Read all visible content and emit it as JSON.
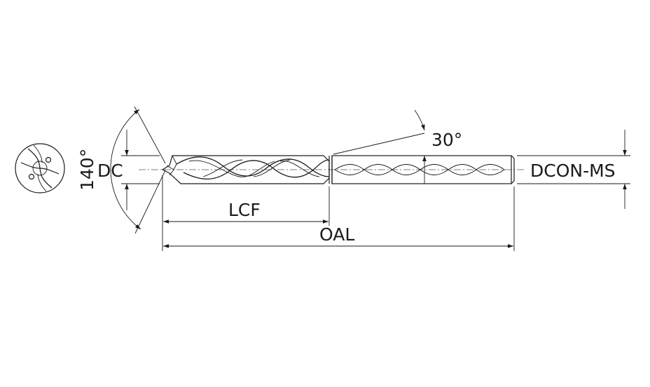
{
  "labels": {
    "point_angle": "140°",
    "dc": "DC",
    "helix_angle": "30°",
    "dcon": "DCON-MS",
    "lcf": "LCF",
    "oal": "OAL"
  }
}
